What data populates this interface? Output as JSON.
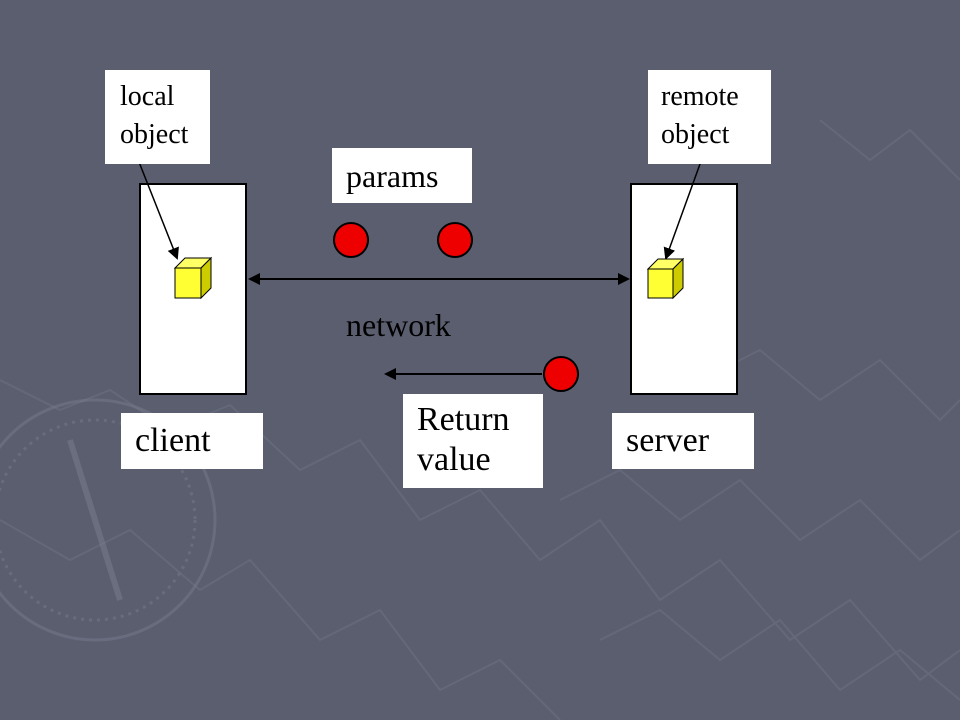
{
  "diagram": {
    "labels": {
      "local_object": "local\nobject",
      "remote_object": "remote\nobject",
      "params": "params",
      "network": "network",
      "client": "client",
      "server": "server",
      "return_value": "Return\nvalue"
    },
    "colors": {
      "background": "#5a5e6f",
      "label_box": "#ffffff",
      "object_cube": "#ffff33",
      "message_ball": "#ee0000",
      "arrow": "#000000"
    },
    "icons": [
      "object-cube-icon",
      "message-ball-icon"
    ]
  }
}
